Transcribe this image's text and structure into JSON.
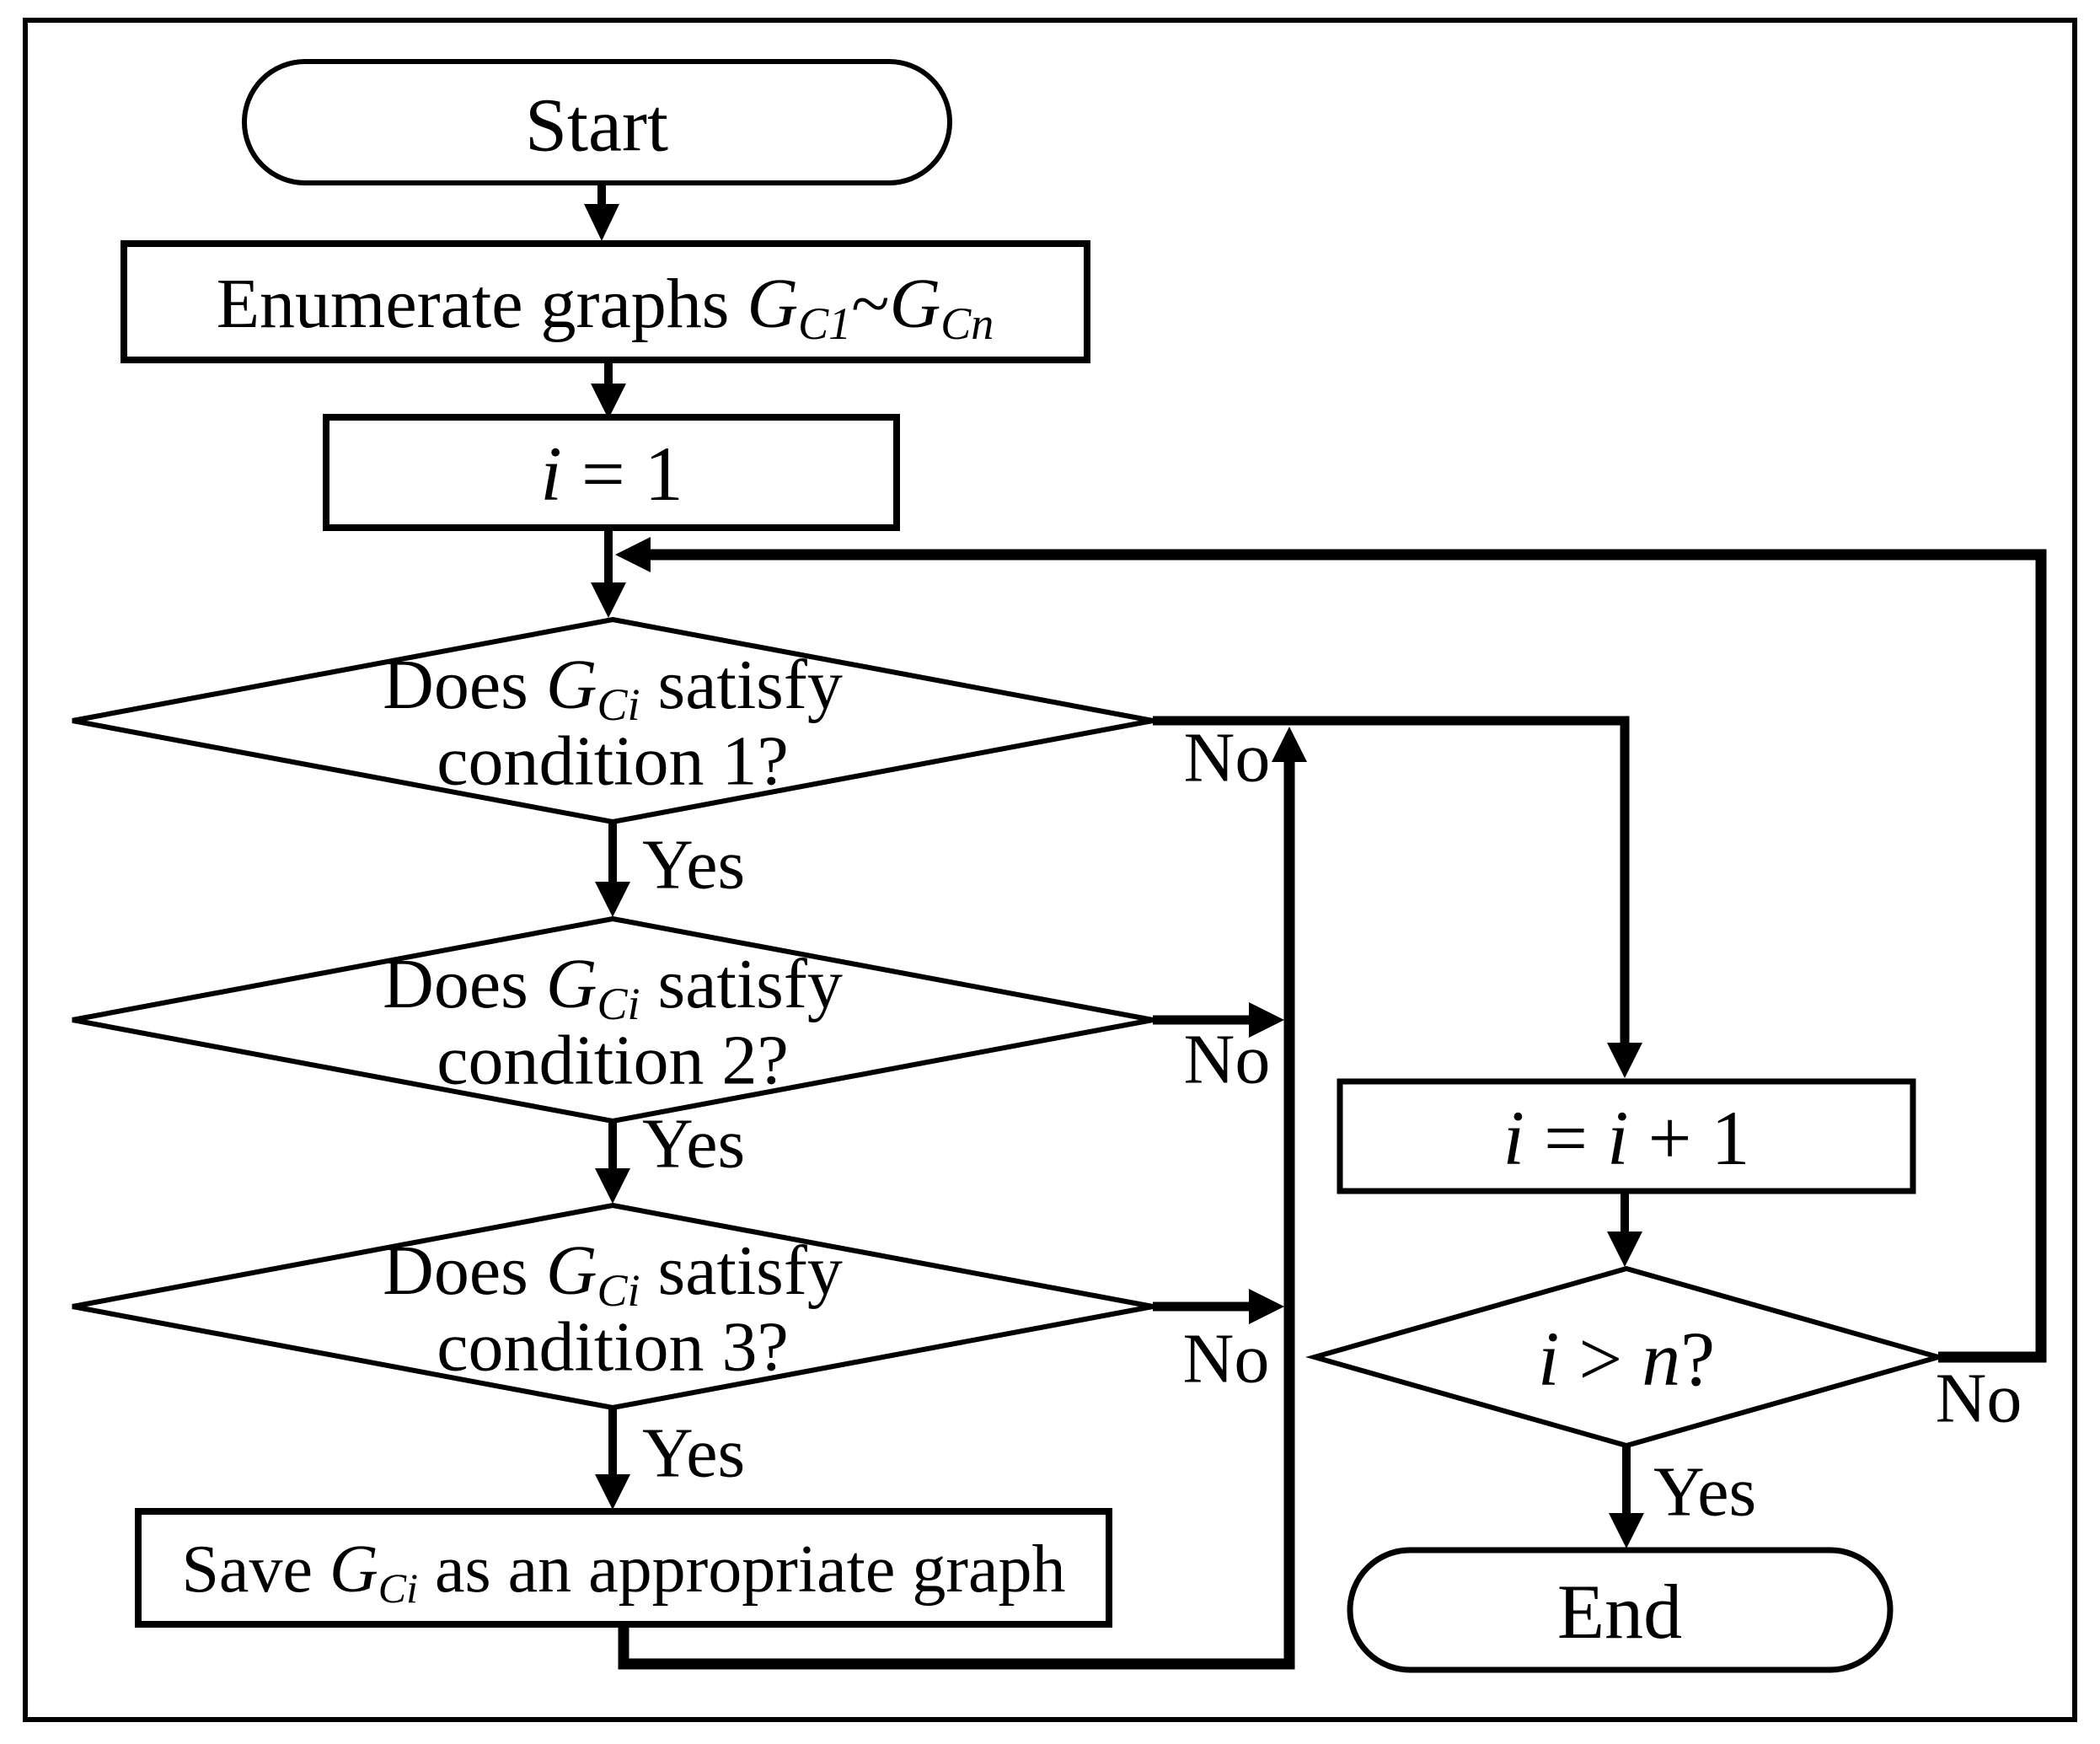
{
  "colors": {
    "ink": "#000000",
    "background": "#ffffff"
  },
  "nodes": {
    "start": {
      "type": "terminator",
      "label": "Start"
    },
    "enumerate": {
      "type": "process",
      "parts": [
        "Enumerate graphs ",
        "G",
        "C1",
        "~",
        "G",
        "Cn"
      ]
    },
    "init": {
      "type": "process",
      "parts": [
        "i",
        " = 1"
      ]
    },
    "cond1": {
      "type": "decision",
      "line1": [
        "Does ",
        "G",
        "Ci",
        " satisfy"
      ],
      "line2": "condition 1?"
    },
    "cond2": {
      "type": "decision",
      "line1": [
        "Does ",
        "G",
        "Ci",
        " satisfy"
      ],
      "line2": "condition 2?"
    },
    "cond3": {
      "type": "decision",
      "line1": [
        "Does ",
        "G",
        "Ci",
        " satisfy"
      ],
      "line2": "condition 3?"
    },
    "save": {
      "type": "process",
      "parts": [
        "Save ",
        "G",
        "Ci",
        " as an appropriate graph"
      ]
    },
    "increment": {
      "type": "process",
      "parts": [
        "i",
        " = ",
        "i",
        " + 1"
      ]
    },
    "loop_check": {
      "type": "decision",
      "parts": [
        "i",
        " > ",
        "n",
        "?"
      ]
    },
    "end": {
      "type": "terminator",
      "label": "End"
    }
  },
  "edge_labels": {
    "cond1_yes": "Yes",
    "cond1_no": "No",
    "cond2_yes": "Yes",
    "cond2_no": "No",
    "cond3_yes": "Yes",
    "cond3_no": "No",
    "loop_yes": "Yes",
    "loop_no": "No"
  }
}
